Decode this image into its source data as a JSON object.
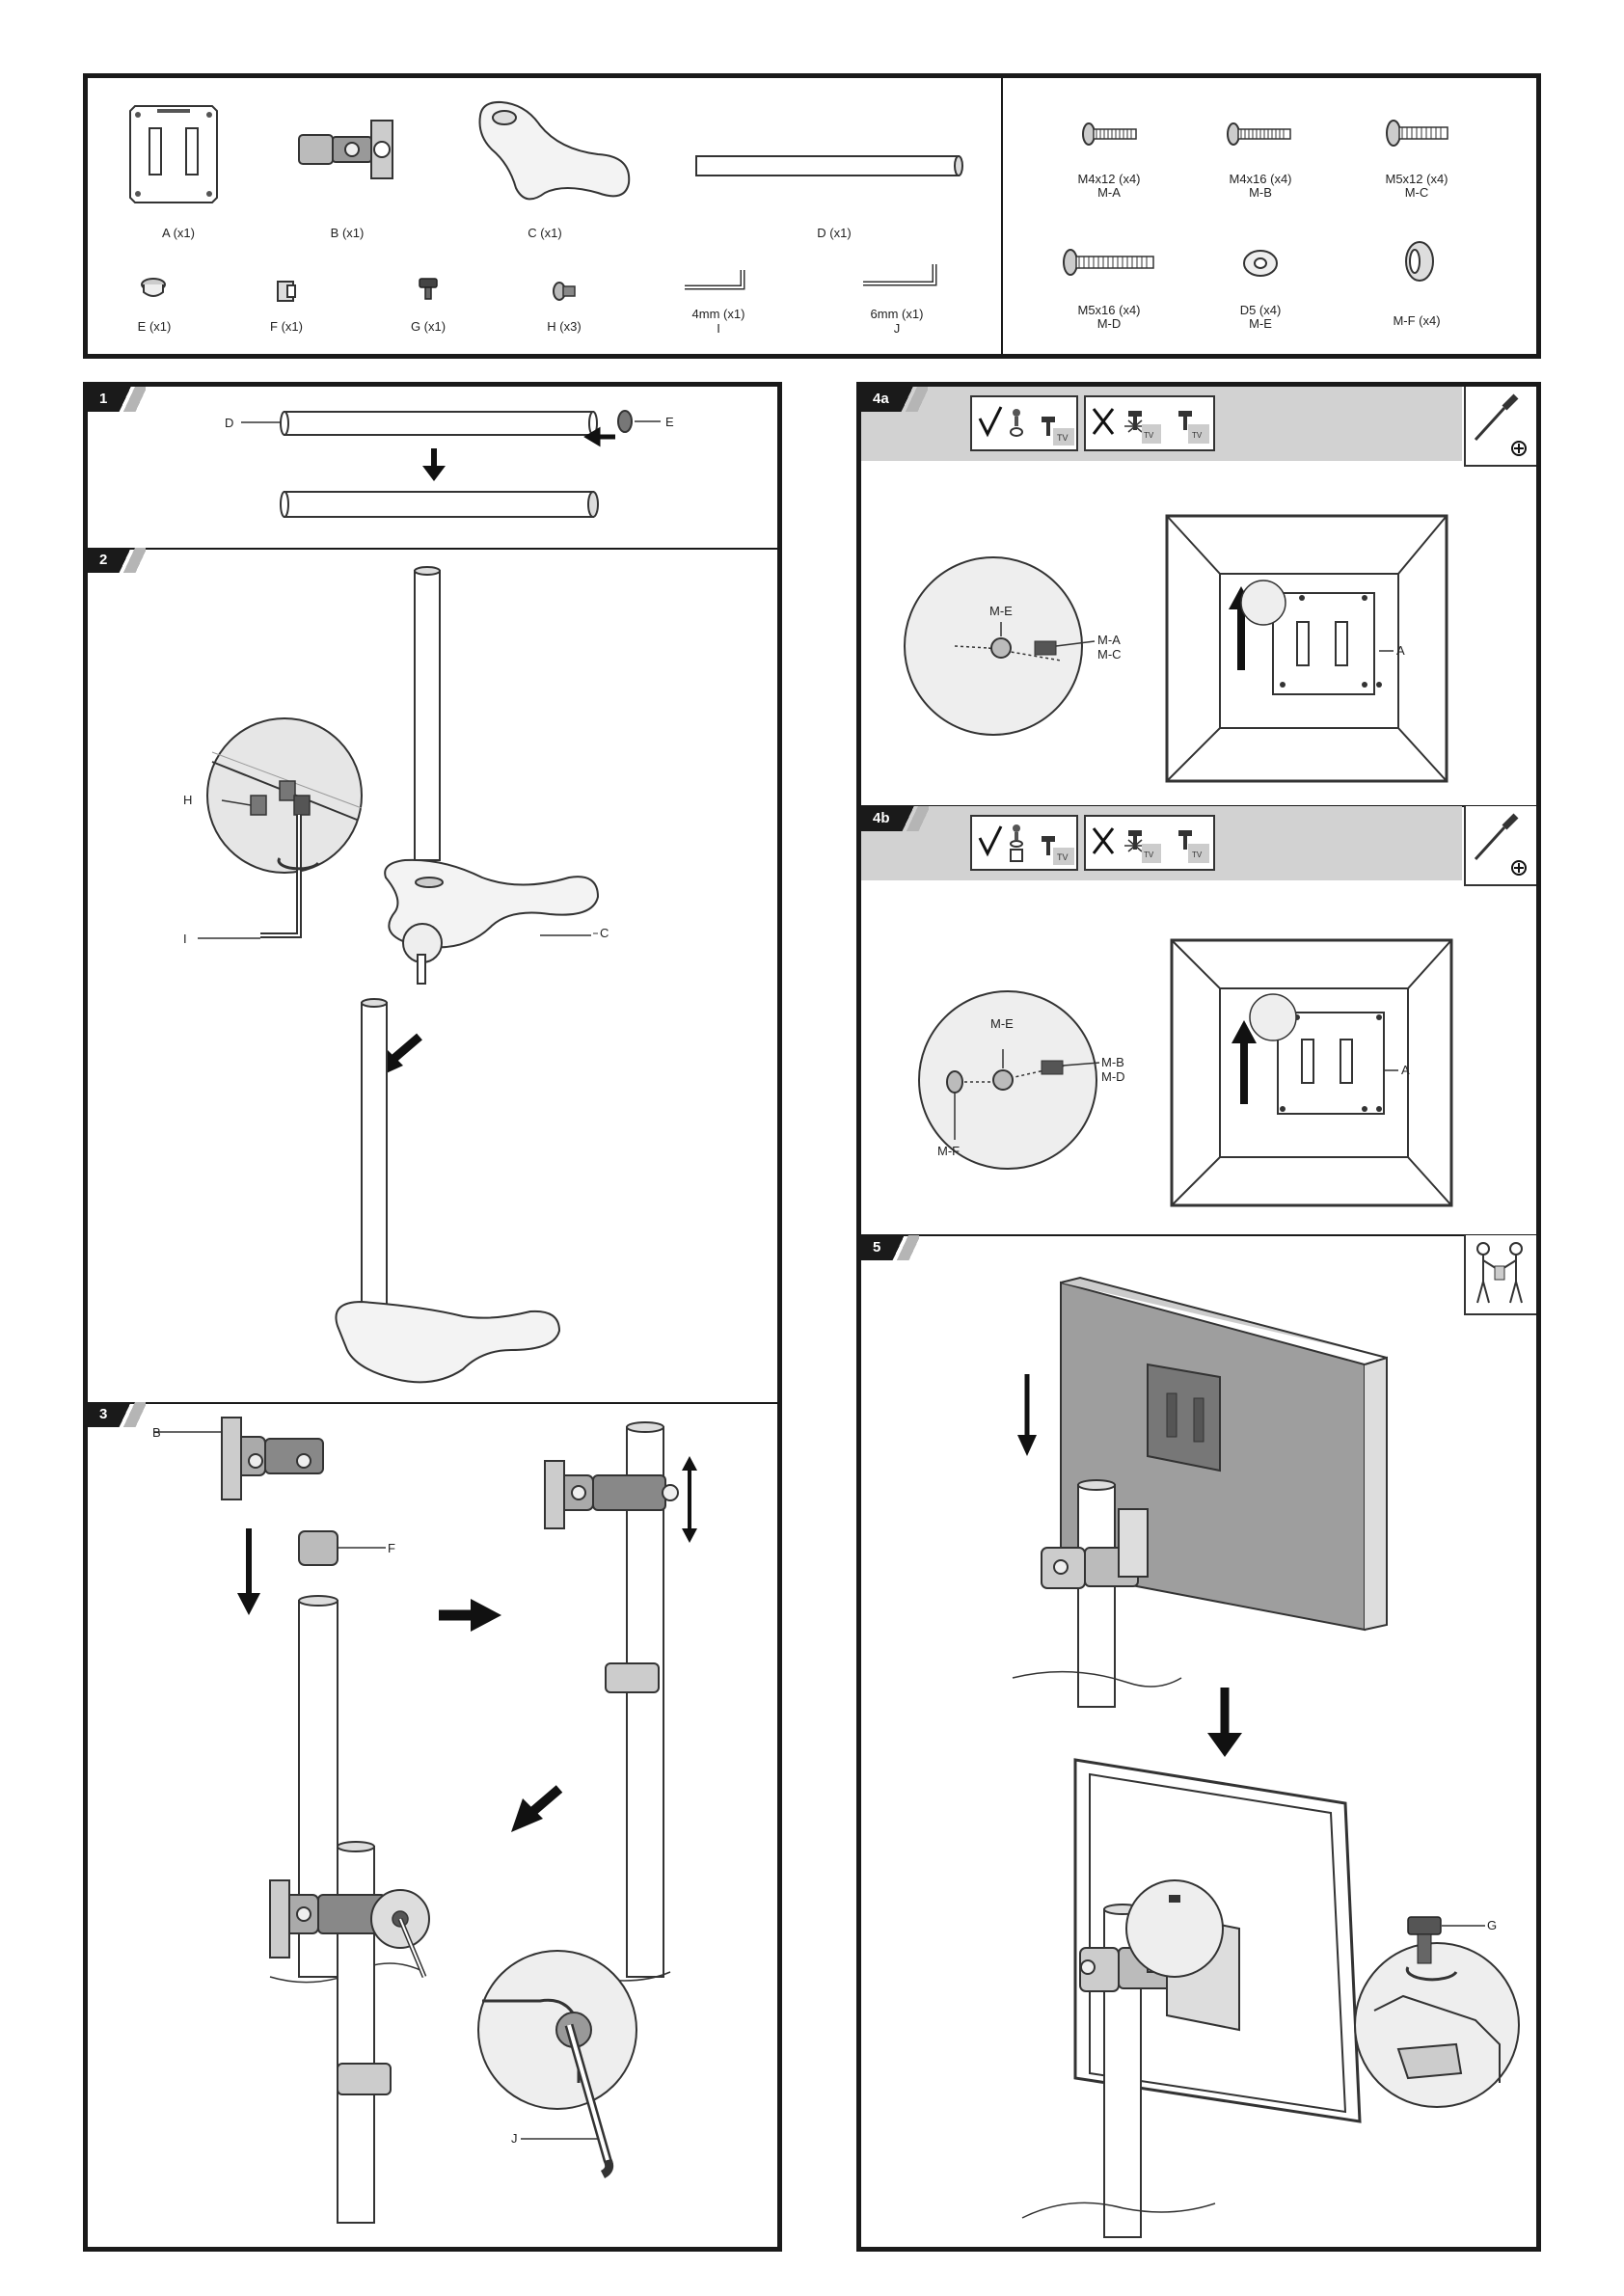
{
  "parts": {
    "a": "A (x1)",
    "b": "B (x1)",
    "c": "C (x1)",
    "d": "D (x1)",
    "e": "E (x1)",
    "f": "F (x1)",
    "g": "G (x1)",
    "h": "H (x3)",
    "i_size": "4mm (x1)",
    "i_letter": "I",
    "j_size": "6mm (x1)",
    "j_letter": "J"
  },
  "screws": {
    "ma_size": "M4x12 (x4)",
    "ma": "M-A",
    "mb_size": "M4x16 (x4)",
    "mb": "M-B",
    "mc_size": "M5x12 (x4)",
    "mc": "M-C",
    "md_size": "M5x16 (x4)",
    "md": "M-D",
    "me_size": "D5 (x4)",
    "me": "M-E",
    "mf": "M-F (x4)"
  },
  "steps": {
    "s1": "1",
    "s2": "2",
    "s3": "3",
    "s4a": "4a",
    "s4b": "4b",
    "s5": "5"
  },
  "callouts": {
    "d": "D",
    "e": "E",
    "h": "H",
    "i": "I",
    "c": "C",
    "b": "B",
    "f": "F",
    "j": "J",
    "me": "M-E",
    "ma": "M-A",
    "mc": "M-C",
    "a": "A",
    "mb": "M-B",
    "md": "M-D",
    "mf": "M-F",
    "g": "G",
    "tv": "TV"
  }
}
